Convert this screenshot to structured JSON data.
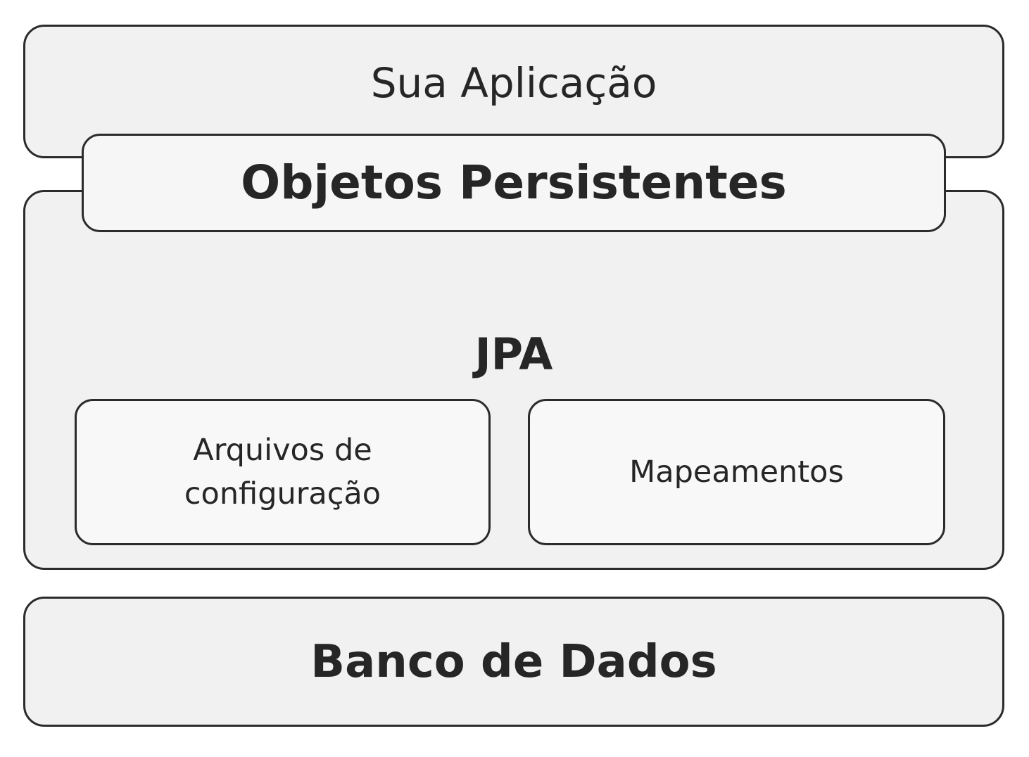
{
  "layers": {
    "app": {
      "label": "Sua Aplicação"
    },
    "objetos": {
      "label": "Objetos Persistentes"
    },
    "jpa": {
      "label": "JPA",
      "components": [
        {
          "label": "Arquivos de configuração"
        },
        {
          "label": "Mapeamentos"
        }
      ]
    },
    "banco": {
      "label": "Banco de Dados"
    }
  }
}
